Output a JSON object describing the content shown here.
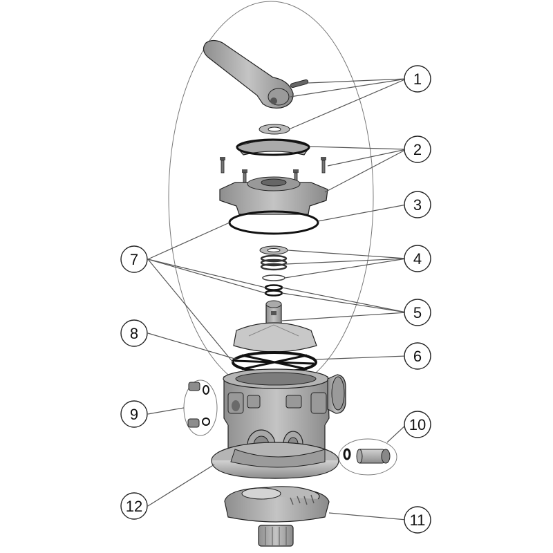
{
  "callouts": [
    "1",
    "2",
    "3",
    "4",
    "5",
    "6",
    "7",
    "8",
    "9",
    "10",
    "11",
    "12"
  ],
  "colors": {
    "part_fill": "#a9a9a9",
    "part_dark": "#7c7c7c",
    "part_light": "#cfcfcf",
    "outline": "#222222",
    "oring": "#111111",
    "leader": "#555555",
    "callout_bg": "#ffffff"
  }
}
